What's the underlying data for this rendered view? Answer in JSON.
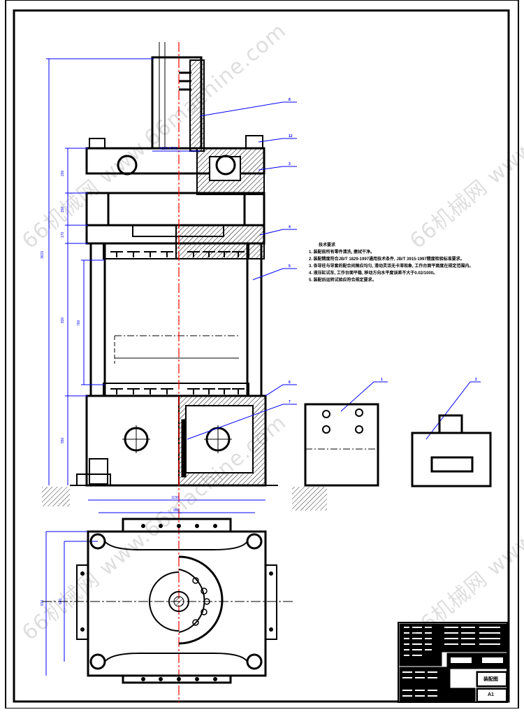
{
  "drawing": {
    "title_block": {
      "drawing_name": "装配图",
      "sheet_label": "A1",
      "rows": 10
    },
    "technical_requirements": {
      "heading": "技术要求",
      "items": [
        "1. 装配前所有零件清洗, 擦拭干净。",
        "2. 装配精度符合JB/T 1829-1997通用技术条件, JB/T 3915-1997精度检验标准要求。",
        "3. 各导柱与导套的配合间隙应均匀, 滑动灵活无卡滞现象, 工作台面平面度在规定范围内。",
        "4. 液压缸试车, 工作台面平稳, 移动方向水平度误差不大于0.02/1000。",
        "5. 装配后运转试验应符合规定要求。"
      ]
    },
    "dimensions": {
      "overall_height": "3615",
      "upper_beam": "200",
      "mid_block": "150",
      "mid_block2": "170",
      "column_height": "830",
      "stroke": "760",
      "base_height": "550",
      "width_outer": "1190",
      "width_inner": "950",
      "depth_outer": "810",
      "depth_inner": "640",
      "piston_dia": "Φ250 H7/f6"
    },
    "balloons": [
      "8",
      "12",
      "3",
      "4",
      "5",
      "6",
      "7",
      "1",
      "2"
    ],
    "watermark": {
      "text": "66机械网 www.66machine.com"
    },
    "colors": {
      "line": "#000000",
      "dimension": "#0000ff",
      "centerline": "#ff0000",
      "background": "#ffffff"
    }
  }
}
